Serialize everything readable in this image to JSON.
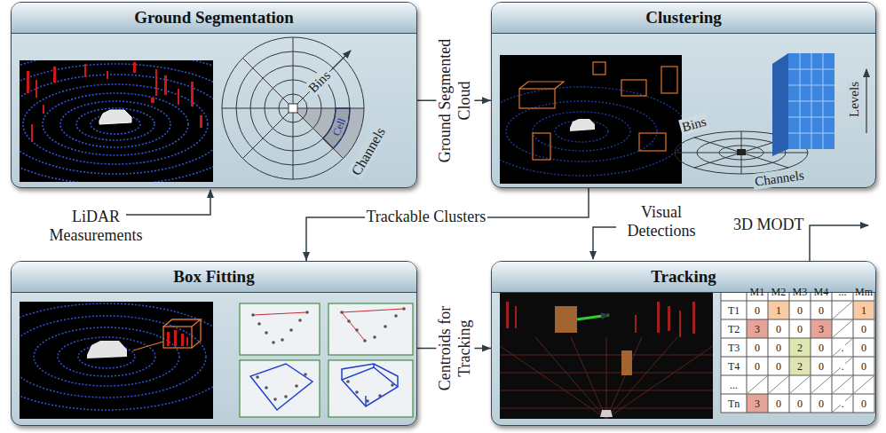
{
  "diagram": {
    "nodes": [
      {
        "text": [
          "Ground Segmentation"
        ]
      },
      {
        "text": [
          "Clustering"
        ]
      },
      {
        "text": [
          "Box Fitting"
        ]
      },
      {
        "text": [
          "Tracking"
        ]
      }
    ],
    "edges": [
      {
        "from": 0,
        "to": 1,
        "arrow": "to",
        "label": "Ground Segmented Cloud"
      },
      {
        "from": 1,
        "to": 2,
        "arrow": "to",
        "label": "Trackable Clusters"
      },
      {
        "from": 2,
        "to": 3,
        "arrow": "to",
        "label": "Centroids for Tracking"
      }
    ],
    "labels": [
      "LiDAR Measurements",
      "Bins",
      "Channels",
      "Cell",
      "Bins",
      "Channels",
      "Levels",
      "Visual Detections",
      "3D MODT",
      "M1",
      "M2",
      "M3",
      "M4",
      "...",
      "Mm",
      "T1",
      "0",
      "1",
      "0",
      "0",
      "1",
      "T2",
      "3",
      "0",
      "0",
      "3",
      "0",
      "T3",
      "0",
      "0",
      "2",
      "0",
      ".",
      "0",
      "T4",
      "0",
      "0",
      "2",
      "0",
      ".",
      "0",
      "...",
      "Tn",
      "3",
      "0",
      "0",
      "0",
      ".",
      "0"
    ]
  }
}
